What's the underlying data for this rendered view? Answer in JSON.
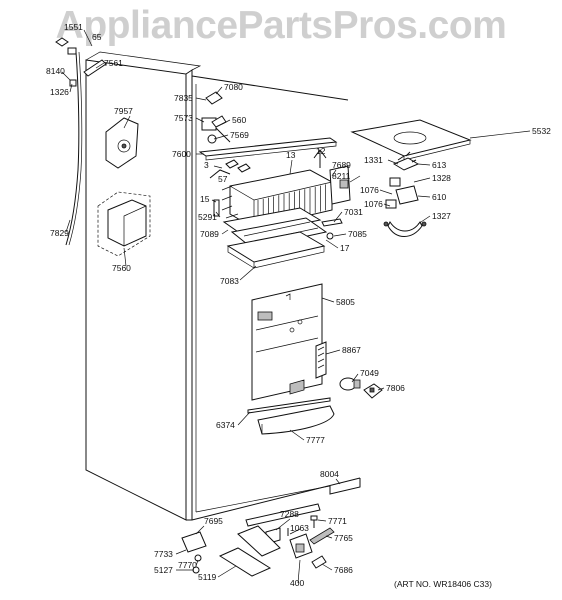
{
  "watermark": "AppliancePartsPros.com",
  "art_number": "(ART NO. WR18406 C33)",
  "parts": {
    "p1551": "1551",
    "p65": "65",
    "p8140": "8140",
    "p7561": "7561",
    "p1326": "1326",
    "p7957": "7957",
    "p7829": "7829",
    "p7560": "7560",
    "p7835": "7835",
    "p7080": "7080",
    "p7573": "7573",
    "p560": "560",
    "p7569": "7569",
    "p7600": "7600",
    "p5532": "5532",
    "p3": "3",
    "p13": "13",
    "p12": "12",
    "p7689": "7689",
    "p1331": "1331",
    "p613": "613",
    "p57": "57",
    "p8211": "8211",
    "p1328": "1328",
    "p1076a": "1076",
    "p610": "610",
    "p15": "15",
    "p1076b": "1076",
    "p5291": "5291",
    "p7031": "7031",
    "p1327": "1327",
    "p7089": "7089",
    "p7085": "7085",
    "p17": "17",
    "p7083": "7083",
    "p5805": "5805",
    "p8867": "8867",
    "p7049": "7049",
    "p7806": "7806",
    "p6374": "6374",
    "p7777": "7777",
    "p8004": "8004",
    "p7695": "7695",
    "p7288": "7288",
    "p7771": "7771",
    "p1063": "1063",
    "p7765": "7765",
    "p7733": "7733",
    "p5127": "5127",
    "p7770": "7770",
    "p5119": "5119",
    "p400": "400",
    "p7686": "7686"
  }
}
